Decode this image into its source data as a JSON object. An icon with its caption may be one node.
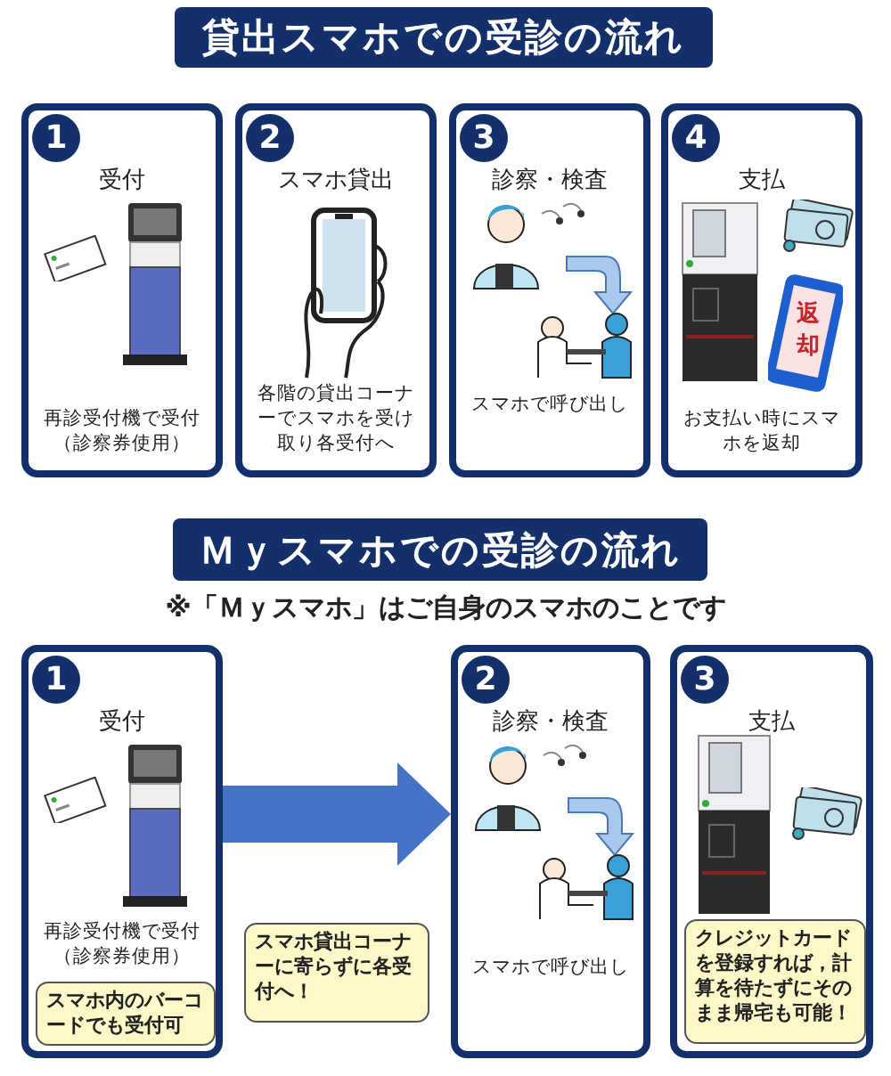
{
  "diagram": {
    "nodes": [
      {
        "text": [
          "貸出スマホでの受診の流れ"
        ]
      },
      {
        "text": [
          "1",
          "受付",
          "再診受付機で受付（診察券使用）"
        ]
      },
      {
        "text": [
          "2",
          "スマホ貸出",
          "各階の貸出コーナーでスマホを受け取り各受付へ"
        ]
      },
      {
        "text": [
          "3",
          "診察・検査",
          "スマホで呼び出し"
        ]
      },
      {
        "text": [
          "4",
          "支払",
          "返却",
          "お支払い時にスマホを返却"
        ]
      },
      {
        "text": [
          "Ｍｙスマホでの受診の流れ"
        ]
      },
      {
        "text": [
          "1",
          "受付",
          "再診受付機で受付（診察券使用）"
        ]
      },
      {
        "text": [
          "スマホ内のバーコードでも受付可"
        ],
        "in": 6
      },
      {
        "text": [
          "スマホ貸出コーナーに寄らずに各受付へ！"
        ]
      },
      {
        "text": [
          "2",
          "診察・検査",
          "スマホで呼び出し"
        ]
      },
      {
        "text": [
          "3",
          "支払"
        ]
      },
      {
        "text": [
          "クレジットカードを登録すれば，計算を待たずにそのまま帰宅も可能！"
        ],
        "in": 10
      }
    ],
    "edges": [
      {
        "from": 6,
        "to": 9,
        "arrow": "to"
      }
    ],
    "labels": [
      "※「Ｍｙスマホ」はご自身のスマホのことです"
    ]
  }
}
